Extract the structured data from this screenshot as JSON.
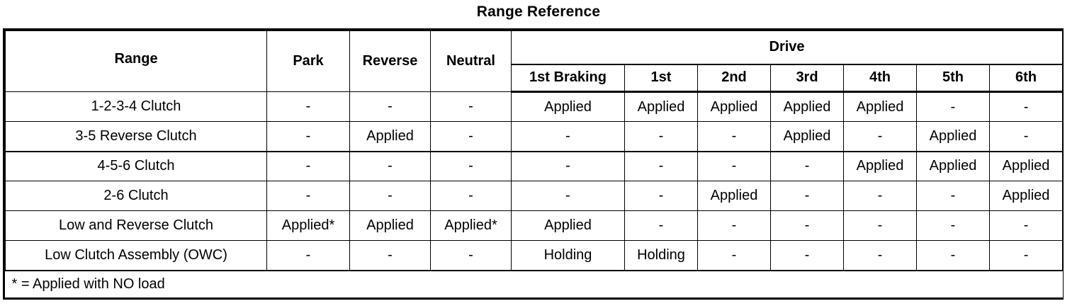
{
  "title": "Range Reference",
  "table": {
    "row_header_label": "Range",
    "group_header": "Drive",
    "columns": [
      "Park",
      "Reverse",
      "Neutral",
      "1st Braking",
      "1st",
      "2nd",
      "3rd",
      "4th",
      "5th",
      "6th"
    ],
    "drive_columns": [
      "1st Braking",
      "1st",
      "2nd",
      "3rd",
      "4th",
      "5th",
      "6th"
    ],
    "rows": [
      {
        "label": "1-2-3-4 Clutch",
        "values": [
          "-",
          "-",
          "-",
          "Applied",
          "Applied",
          "Applied",
          "Applied",
          "Applied",
          "-",
          "-"
        ]
      },
      {
        "label": "3-5 Reverse Clutch",
        "values": [
          "-",
          "Applied",
          "-",
          "-",
          "-",
          "-",
          "Applied",
          "-",
          "Applied",
          "-"
        ]
      },
      {
        "label": "4-5-6 Clutch",
        "values": [
          "-",
          "-",
          "-",
          "-",
          "-",
          "-",
          "-",
          "Applied",
          "Applied",
          "Applied"
        ]
      },
      {
        "label": "2-6 Clutch",
        "values": [
          "-",
          "-",
          "-",
          "-",
          "-",
          "Applied",
          "-",
          "-",
          "-",
          "Applied"
        ]
      },
      {
        "label": "Low and Reverse Clutch",
        "values": [
          "Applied*",
          "Applied",
          "Applied*",
          "Applied",
          "-",
          "-",
          "-",
          "-",
          "-",
          "-"
        ]
      },
      {
        "label": "Low Clutch Assembly (OWC)",
        "values": [
          "-",
          "-",
          "-",
          "Holding",
          "Holding",
          "-",
          "-",
          "-",
          "-",
          "-"
        ]
      }
    ],
    "footnote": "* = Applied with NO load"
  },
  "colors": {
    "background": "#ffffff",
    "foreground": "#000000",
    "border": "#000000"
  }
}
